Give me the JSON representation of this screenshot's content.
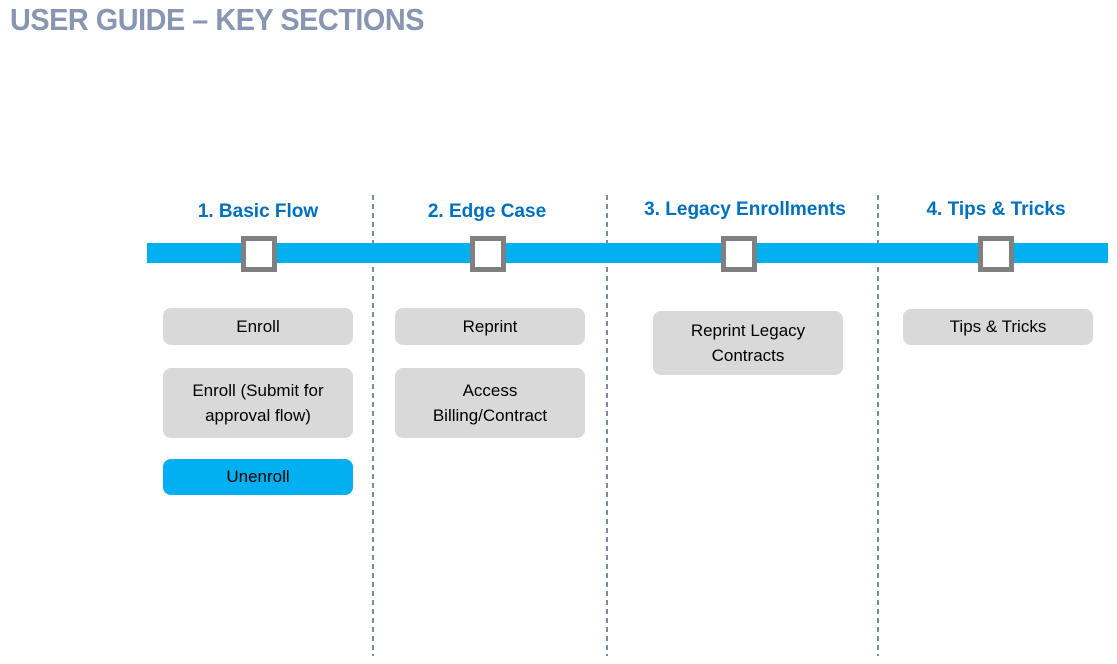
{
  "title": "USER GUIDE – KEY SECTIONS",
  "colors": {
    "title_slate_blue": "#8896B4",
    "section_header_blue": "#0070C0",
    "timeline_cyan": "#00B0F0",
    "button_gray": "#D9D9D9",
    "highlight_button_cyan": "#00B0F0",
    "marker_border_gray": "#808080",
    "divider_slate": "#7C8AA0"
  },
  "sections": [
    {
      "label": "1. Basic Flow",
      "items": [
        {
          "label": "Enroll",
          "highlighted": false
        },
        {
          "label": "Enroll (Submit for approval flow)",
          "highlighted": false
        },
        {
          "label": "Unenroll",
          "highlighted": true
        }
      ]
    },
    {
      "label": "2. Edge Case",
      "items": [
        {
          "label": "Reprint",
          "highlighted": false
        },
        {
          "label": "Access Billing/Contract",
          "highlighted": false
        }
      ]
    },
    {
      "label": "3. Legacy Enrollments",
      "items": [
        {
          "label": "Reprint Legacy Contracts",
          "highlighted": false
        }
      ]
    },
    {
      "label": "4. Tips & Tricks",
      "items": [
        {
          "label": "Tips & Tricks",
          "highlighted": false
        }
      ]
    }
  ]
}
